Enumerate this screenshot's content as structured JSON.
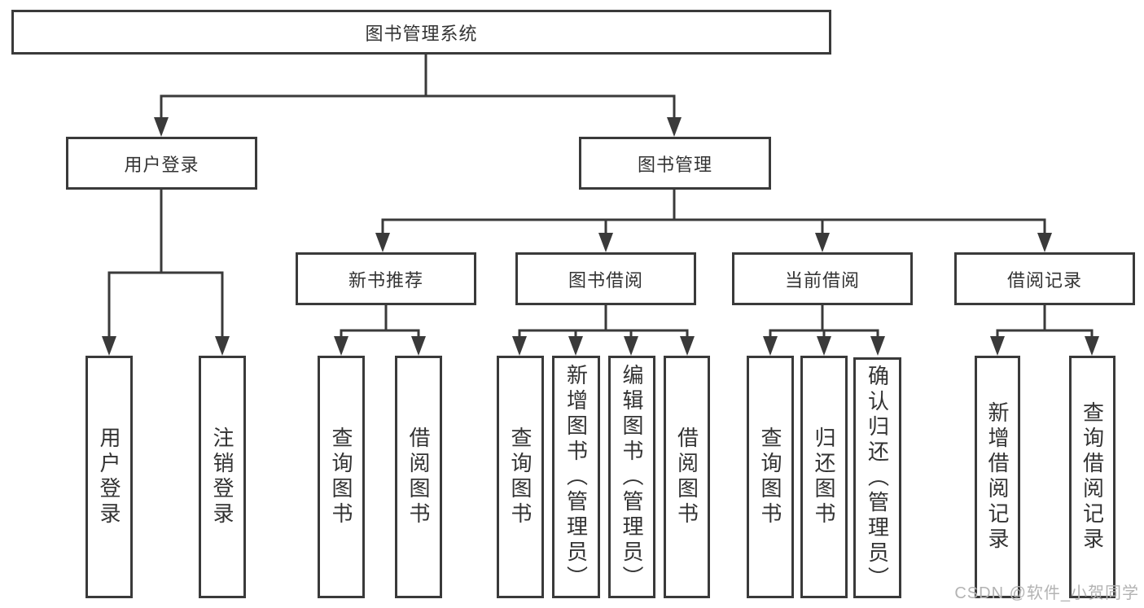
{
  "diagram": {
    "title": "图书管理系统",
    "level2": [
      {
        "label": "用户登录",
        "children": [
          {
            "label": "用户登录"
          },
          {
            "label": "注销登录"
          }
        ]
      },
      {
        "label": "图书管理",
        "modules": [
          {
            "label": "新书推荐",
            "children": [
              {
                "label": "查询图书"
              },
              {
                "label": "借阅图书"
              }
            ]
          },
          {
            "label": "图书借阅",
            "children": [
              {
                "label": "查询图书"
              },
              {
                "label": "新增图书（管理员）"
              },
              {
                "label": "编辑图书（管理员）"
              },
              {
                "label": "借阅图书"
              }
            ]
          },
          {
            "label": "当前借阅",
            "children": [
              {
                "label": "查询图书"
              },
              {
                "label": "归还图书"
              },
              {
                "label": "确认归还（管理员）"
              }
            ]
          },
          {
            "label": "借阅记录",
            "children": [
              {
                "label": "新增借阅记录"
              },
              {
                "label": "查询借阅记录"
              }
            ]
          }
        ]
      }
    ]
  },
  "watermark": {
    "text": "CSDN @软件_小贺同学"
  },
  "colors": {
    "line": "#3a3a3a",
    "text": "#333333",
    "watermark": "#b3b3b3",
    "background": "#ffffff"
  }
}
